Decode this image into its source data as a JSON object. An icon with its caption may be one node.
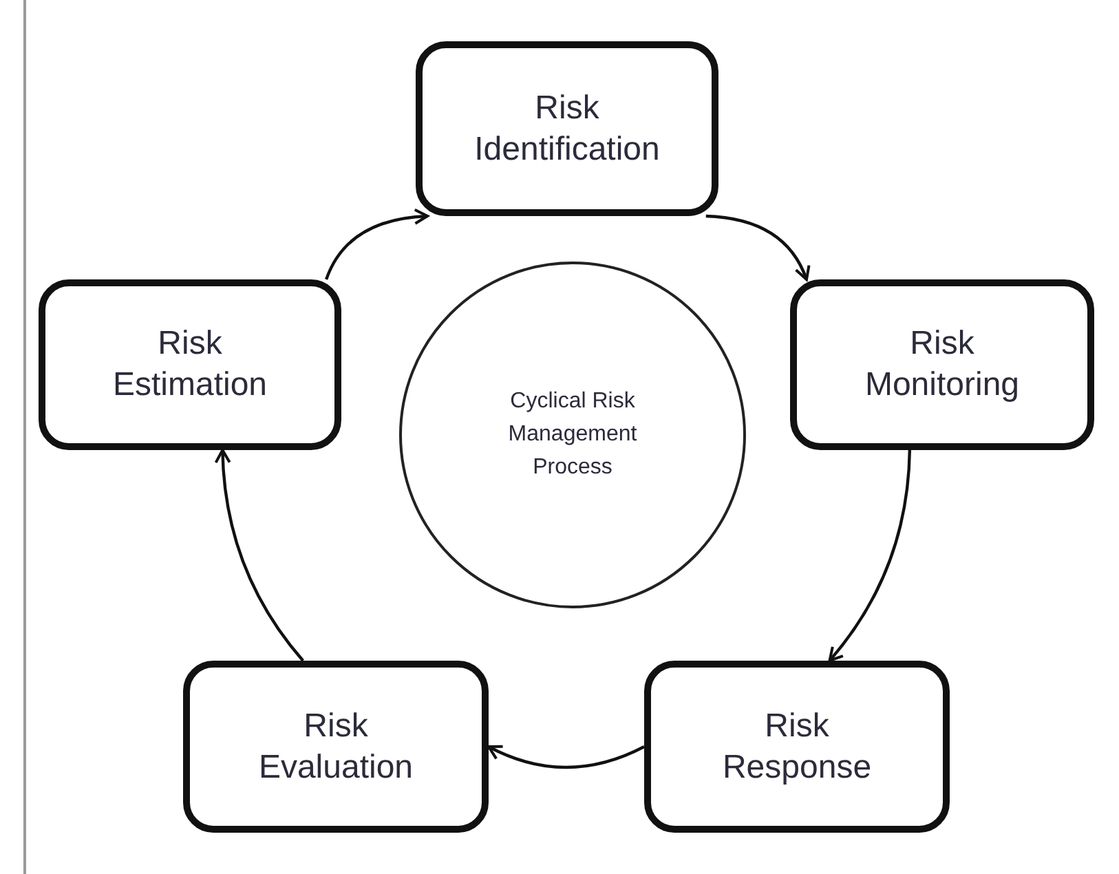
{
  "diagram": {
    "nodes": [
      {
        "text": [
          "Risk Identification"
        ]
      },
      {
        "text": [
          "Risk Monitoring"
        ]
      },
      {
        "text": [
          "Risk Response"
        ]
      },
      {
        "text": [
          "Risk Evaluation"
        ]
      },
      {
        "text": [
          "Risk Estimation"
        ]
      },
      {
        "text": [
          "Cyclical Risk Management Process"
        ]
      }
    ],
    "edges": [
      {
        "from": 0,
        "to": 1,
        "arrow": "to"
      },
      {
        "from": 1,
        "to": 2,
        "arrow": "to"
      },
      {
        "from": 2,
        "to": 3,
        "arrow": "to"
      },
      {
        "from": 3,
        "to": 4,
        "arrow": "to"
      },
      {
        "from": 4,
        "to": 0,
        "arrow": "to"
      }
    ]
  }
}
